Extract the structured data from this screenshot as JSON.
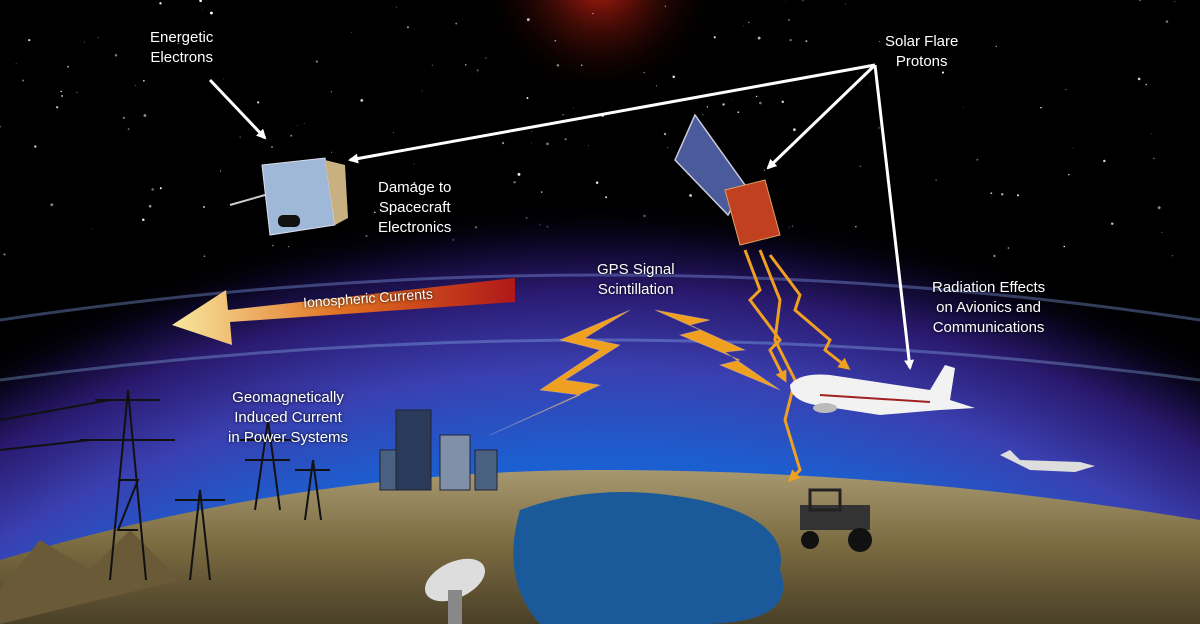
{
  "labels": {
    "energetic_electrons": "Energetic\nElectrons",
    "solar_flare_protons": "Solar Flare\nProtons",
    "damage_spacecraft": "Damage to\nSpacecraft\nElectronics",
    "gps_scintillation": "GPS Signal\nScintillation",
    "radiation_avionics": "Radiation Effects\non Avionics and\nCommunications",
    "ionospheric_currents": "Ionospheric Currents",
    "gic_power": "Geomagnetically\nInduced Current\nin Power Systems"
  },
  "colors": {
    "space": "#000000",
    "atmosphere": "#3a4fc0",
    "arrow": "#ffffff",
    "lightning": "#f0a020",
    "ionospheric_arrow_start": "#f8e090",
    "ionospheric_arrow_end": "#b01818",
    "sea": "#1a5a9a",
    "land": "#8a7a50"
  }
}
